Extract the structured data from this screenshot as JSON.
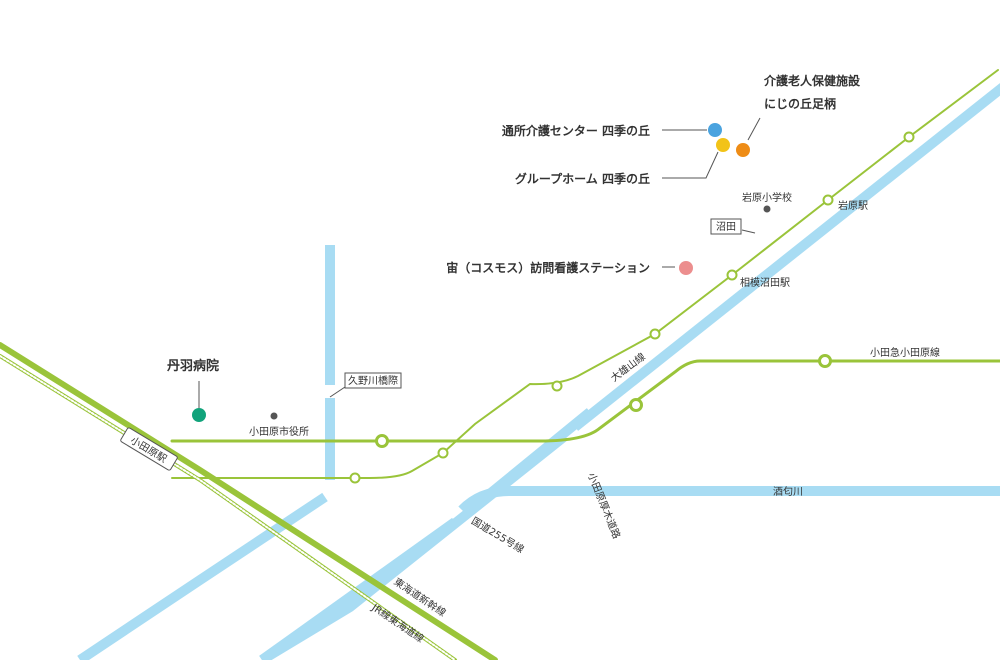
{
  "map": {
    "facilities": {
      "rojin_line1": "介護老人保健施設",
      "rojin_line2": "にじの丘足柄",
      "tsusho": "通所介護センター 四季の丘",
      "group_home": "グループホーム 四季の丘",
      "houmon": "宙（コスモス）訪問看護ステーション",
      "hospital": "丹羽病院"
    },
    "landmarks": {
      "school": "岩原小学校",
      "city_hall": "小田原市役所"
    },
    "stations": {
      "iwahara": "岩原駅",
      "sagami_numata": "相模沼田駅",
      "odawara": "小田原駅"
    },
    "places": {
      "numata": "沼田",
      "kunogawa_bashi": "久野川橋際"
    },
    "lines": {
      "daiyuzan": "大雄山線",
      "odakyu": "小田急小田原線",
      "shinkansen": "東海道新幹線",
      "jr_tokaido": "JR線東海道線"
    },
    "roads": {
      "route255": "国道255号線",
      "atsugi_road": "小田原厚木道路"
    },
    "river": "酒匂川",
    "colors": {
      "rail": "#9ac43a",
      "road_river": "#a8dcf3",
      "label": "#333333",
      "dot_blue": "#4aa3df",
      "dot_yellow": "#f2c318",
      "dot_orange": "#ee8c16",
      "dot_pink": "#ec8e8e",
      "dot_green": "#11a37b",
      "dot_gray": "#555555"
    }
  }
}
